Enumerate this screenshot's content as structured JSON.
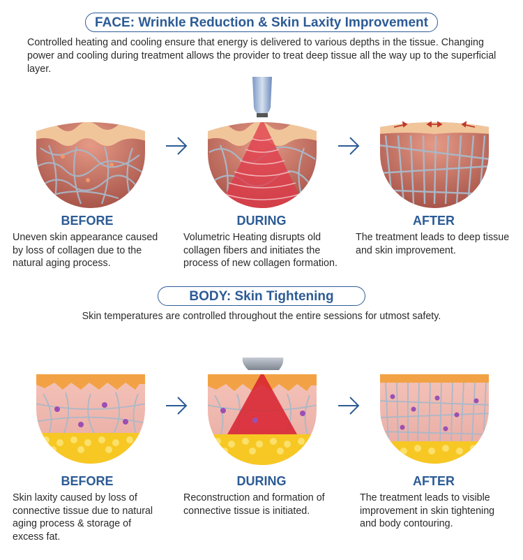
{
  "face": {
    "header": "FACE: Wrinkle Reduction & Skin Laxity Improvement",
    "intro": "Controlled heating and cooling ensure that energy is delivered to various depths in the tissue. Changing power and cooling during treatment allows the provider to treat deep tissue all the way up to the superficial layer.",
    "steps": [
      {
        "label": "BEFORE",
        "desc": "Uneven skin appearance caused by loss of collagen due to the natural aging process."
      },
      {
        "label": "DURING",
        "desc": "Volumetric Heating disrupts old collagen fibers and initiates the process of new collagen formation."
      },
      {
        "label": "AFTER",
        "desc": "The treatment leads to deep tissue and skin improvement."
      }
    ]
  },
  "body": {
    "header": "BODY: Skin Tightening",
    "intro": "Skin temperatures are controlled throughout the entire sessions for utmost safety.",
    "steps": [
      {
        "label": "BEFORE",
        "desc": "Skin laxity caused by loss of connective tissue due to natural aging process & storage of excess fat."
      },
      {
        "label": "DURING",
        "desc": "Reconstruction and formation of connective tissue is initiated."
      },
      {
        "label": "AFTER",
        "desc": "The treatment leads to visible improvement in skin tightening and body contouring."
      }
    ]
  },
  "colors": {
    "accent": "#2c5b95",
    "skin_surface": "#f1c59a",
    "dermis": "#cf7a6a",
    "fiber": "#a9b7c7",
    "fat": "#f7c823",
    "heat": "#e0384a",
    "epidermis_body": "#f2a244"
  }
}
